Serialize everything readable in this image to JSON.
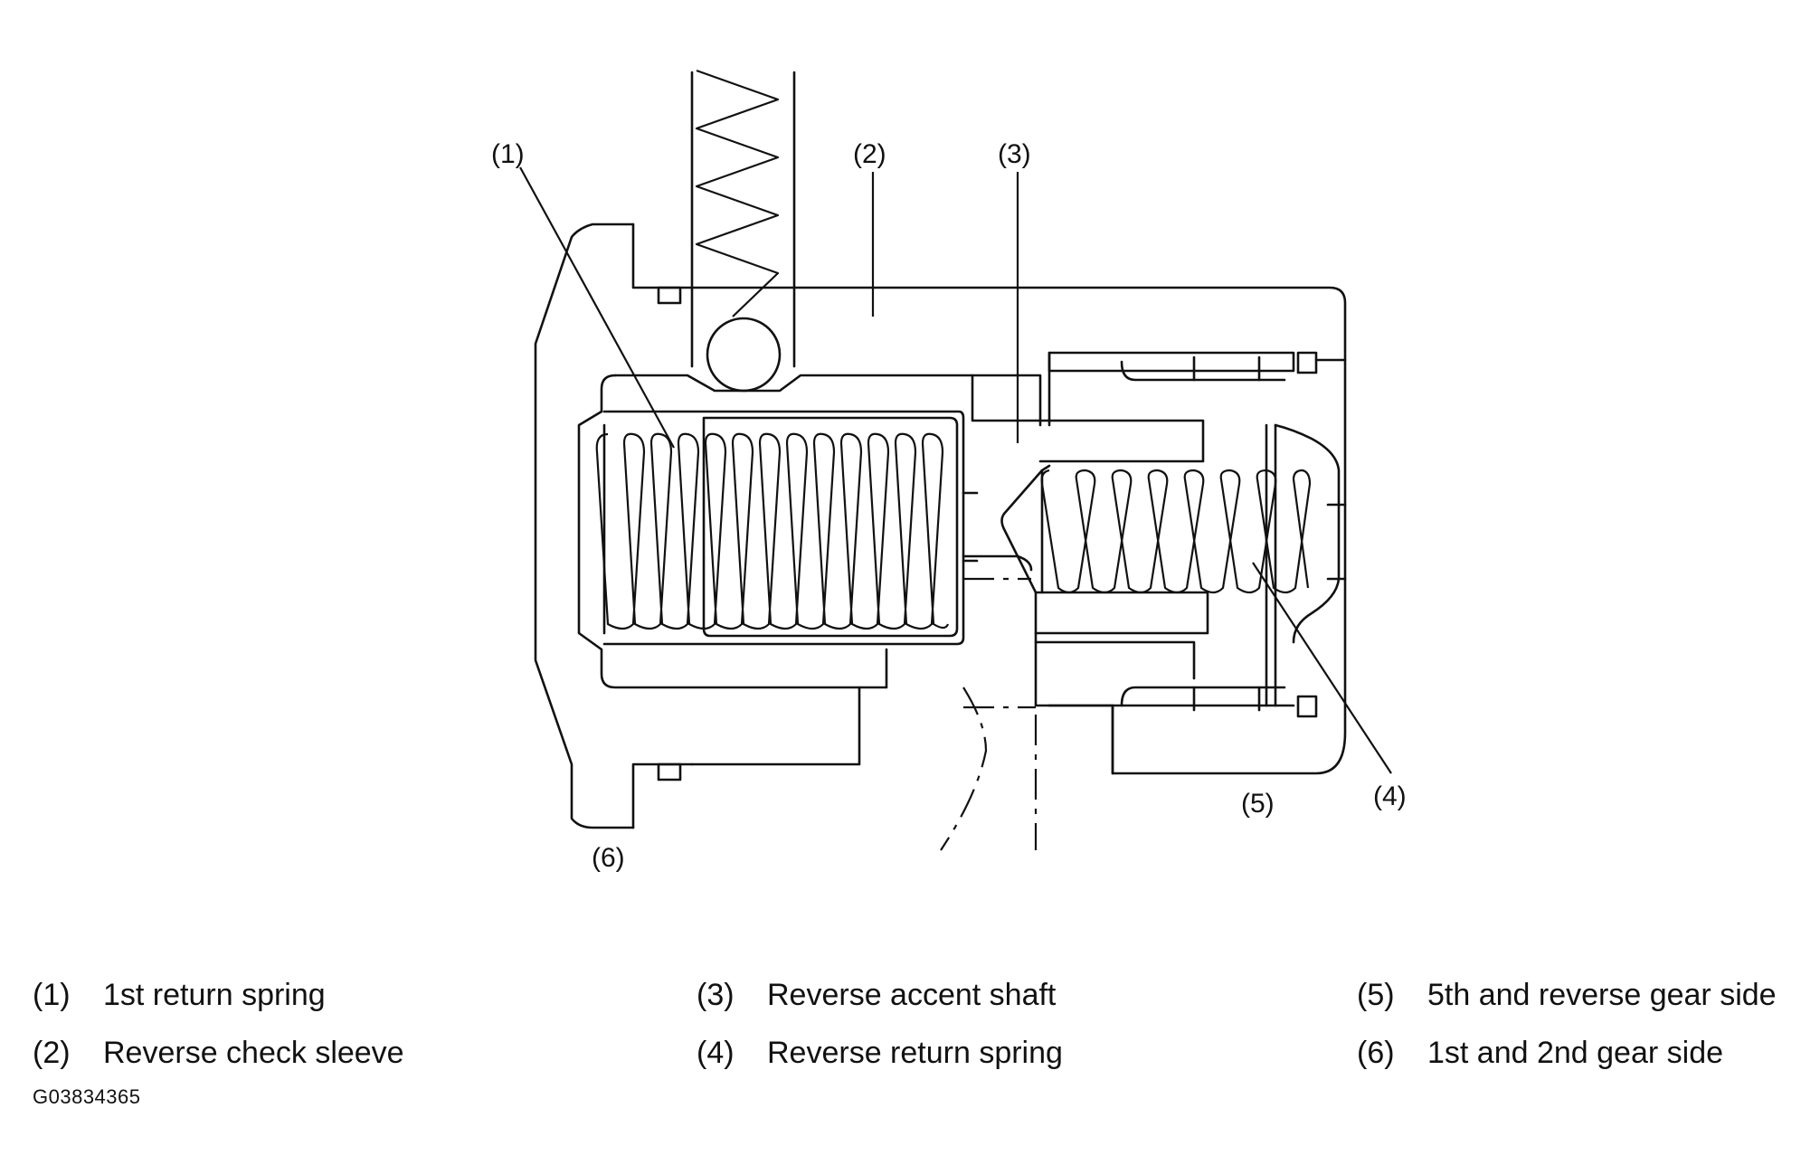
{
  "callouts": [
    {
      "id": "1",
      "text": "(1)"
    },
    {
      "id": "2",
      "text": "(2)"
    },
    {
      "id": "3",
      "text": "(3)"
    },
    {
      "id": "4",
      "text": "(4)"
    },
    {
      "id": "5",
      "text": "(5)"
    },
    {
      "id": "6",
      "text": "(6)"
    }
  ],
  "legend": [
    {
      "num": "(1)",
      "label": "1st return spring"
    },
    {
      "num": "(2)",
      "label": "Reverse check sleeve"
    },
    {
      "num": "(3)",
      "label": "Reverse accent shaft"
    },
    {
      "num": "(4)",
      "label": "Reverse return spring"
    },
    {
      "num": "(5)",
      "label": "5th and reverse gear side"
    },
    {
      "num": "(6)",
      "label": "1st and 2nd gear side"
    }
  ],
  "figure_code": "G03834365"
}
